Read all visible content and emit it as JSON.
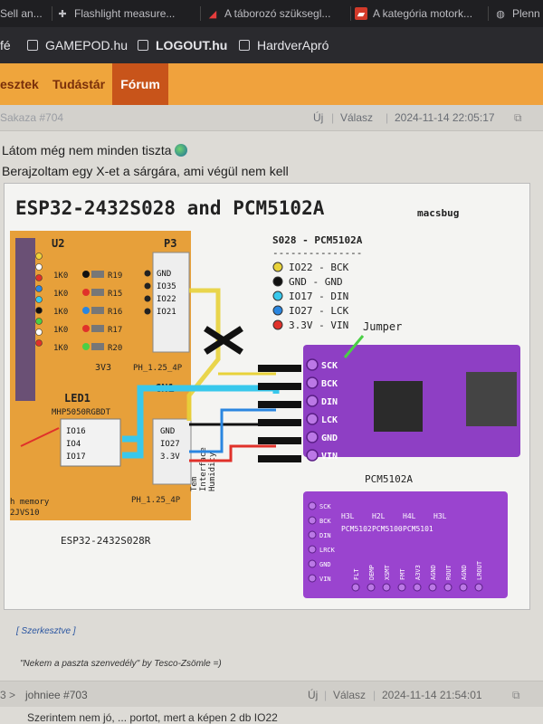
{
  "browser": {
    "tabs": [
      {
        "label": "Sell an..."
      },
      {
        "label": "Flashlight measure..."
      },
      {
        "label": "A táborozó szüksegl..."
      },
      {
        "label": "A kategória motork..."
      },
      {
        "label": "Plenn"
      }
    ]
  },
  "bookmarks": {
    "items": [
      {
        "label": "fé"
      },
      {
        "label": "GAMEPOD.hu"
      },
      {
        "label": "LOGOUT.hu"
      },
      {
        "label": "HardverApró"
      }
    ]
  },
  "site_nav": {
    "items": [
      "esztek",
      "Tudástár",
      "Fórum"
    ]
  },
  "post": {
    "author_partial": "Sakaza #704",
    "new_label": "Új",
    "reply_label": "Válasz",
    "timestamp": "2024-11-14 22:05:17",
    "line1": "Látom még nem minden tiszta",
    "line2": "Berajzoltam egy X-et a sárgára, ami végül nem kell",
    "edited": "[ Szerkesztve ]",
    "signature": "\"Nekem a paszta szenvedély\" by Tesco-Zsömle =)"
  },
  "diagram": {
    "title": "ESP32-2432S028 and PCM5102A",
    "author": "macsbug",
    "mapping_title": "S028 - PCM5102A",
    "mapping_divider": "---------------",
    "mappings": [
      {
        "text": "IO22 - BCK",
        "color": "#e8d23a"
      },
      {
        "text": "GND  - GND",
        "color": "#111111"
      },
      {
        "text": "IO17 - DIN",
        "color": "#38c8ec"
      },
      {
        "text": "IO27 - LCK",
        "color": "#2a86e0"
      },
      {
        "text": "3.3V - VIN",
        "color": "#e0312a"
      }
    ],
    "jumper_label": "Jumper",
    "esp_label": "ESP32-2432S028R",
    "pcm_label": "PCM5102A",
    "u2": "U2",
    "p3": "P3",
    "cn1": "CN1",
    "led1": "LED1",
    "led_part": "MHP5050RGBDT",
    "led_pins": [
      "IO16",
      "IO4",
      "IO17"
    ],
    "p3_pins": [
      "GND",
      "IO35",
      "IO22",
      "IO21"
    ],
    "cn1_pins": [
      "GND",
      "IO27",
      "3.3V"
    ],
    "pcm_pins": [
      "SCK",
      "BCK",
      "DIN",
      "LCK",
      "GND",
      "VIN"
    ],
    "resistors": [
      "R19",
      "R15",
      "R16",
      "R17",
      "R20"
    ],
    "res_values": [
      "1K0",
      "1K0",
      "1K0",
      "1K0",
      "1K0"
    ],
    "conn_label_p3": "PH_1.25_4P",
    "conn_label_cn1": "PH_1.25_4P",
    "mem_label": "h memory",
    "mem_part": "2JVS10",
    "v3_label": "3V3",
    "interface_label": "Interface",
    "humidity_label": "Humidity",
    "temp_label": "Tem",
    "bottom_pins": [
      "SCK",
      "BCK",
      "DIN",
      "LRCK",
      "GND",
      "VIN"
    ],
    "bottom_pins2": [
      "FLT",
      "DEMP",
      "XSMT",
      "FMT",
      "A3V3",
      "AGND",
      "ROUT",
      "AGND",
      "LROUT"
    ],
    "bottom_marks": [
      "H3L",
      "H2L",
      "H4L",
      "H3L",
      "PCM5102",
      "PCM5100",
      "PCM5101"
    ]
  },
  "next_post": {
    "author": "johniee #703",
    "prefix": "3 >",
    "new_label": "Új",
    "reply_label": "Válasz",
    "timestamp": "2024-11-14 21:54:01",
    "text": "Szerintem nem jó, ... portot, mert a képen 2 db IO22"
  },
  "colors": {
    "nav_orange": "#efa53c",
    "forum_tab": "#c8541a",
    "pcb_orange": "#e7a03a",
    "pcm_purple": "#8e3fc4",
    "pcm_purple_dark": "#6b2aa0"
  }
}
